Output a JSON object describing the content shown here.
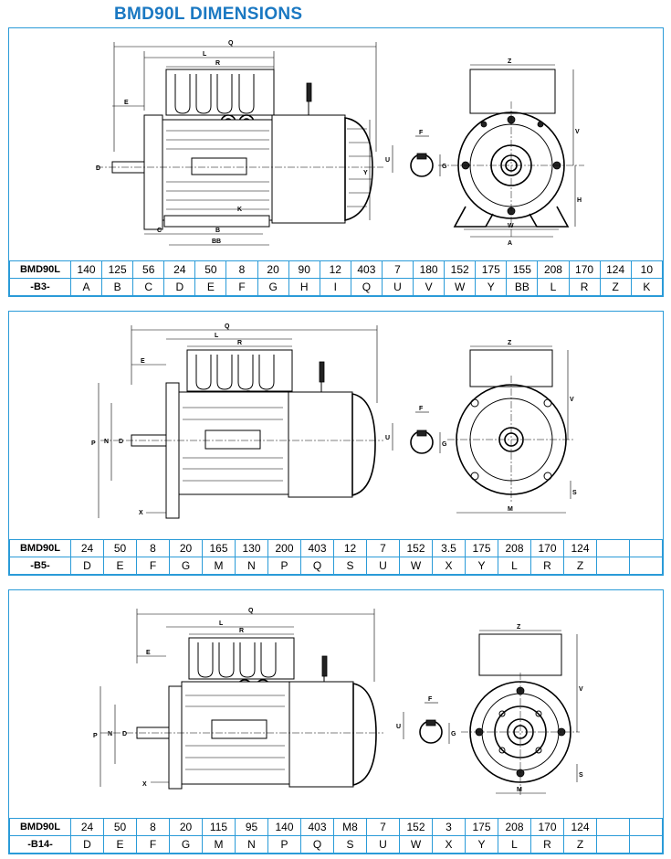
{
  "title": "BMD90L DIMENSIONS",
  "panels": [
    {
      "id": "b3",
      "label_top": "BMD90L",
      "label_bottom": "-B3-",
      "values": [
        "140",
        "125",
        "56",
        "24",
        "50",
        "8",
        "20",
        "90",
        "12",
        "403",
        "7",
        "180",
        "152",
        "175",
        "155",
        "208",
        "170",
        "124",
        "10"
      ],
      "letters": [
        "A",
        "B",
        "C",
        "D",
        "E",
        "F",
        "G",
        "H",
        "I",
        "Q",
        "U",
        "V",
        "W",
        "Y",
        "BB",
        "L",
        "R",
        "Z",
        "K"
      ],
      "diagram_labels": {
        "Q": "Q",
        "L": "L",
        "R": "R",
        "E": "E",
        "D": "D",
        "K": "K",
        "C": "C",
        "B": "B",
        "BB": "BB",
        "Y": "Y",
        "F": "F",
        "U": "U",
        "G": "G",
        "Z": "Z",
        "V": "V",
        "H": "H",
        "W": "W",
        "A": "A"
      }
    },
    {
      "id": "b5",
      "label_top": "BMD90L",
      "label_bottom": "-B5-",
      "values": [
        "24",
        "50",
        "8",
        "20",
        "165",
        "130",
        "200",
        "403",
        "12",
        "7",
        "152",
        "3.5",
        "175",
        "208",
        "170",
        "124",
        "",
        ""
      ],
      "letters": [
        "D",
        "E",
        "F",
        "G",
        "M",
        "N",
        "P",
        "Q",
        "S",
        "U",
        "W",
        "X",
        "Y",
        "L",
        "R",
        "Z",
        "",
        ""
      ],
      "diagram_labels": {
        "Q": "Q",
        "L": "L",
        "R": "R",
        "E": "E",
        "P": "P",
        "N": "N",
        "D": "D",
        "X": "X",
        "F": "F",
        "U": "U",
        "G": "G",
        "Z": "Z",
        "V": "V",
        "S": "S",
        "M": "M"
      }
    },
    {
      "id": "b14",
      "label_top": "BMD90L",
      "label_bottom": "-B14-",
      "values": [
        "24",
        "50",
        "8",
        "20",
        "115",
        "95",
        "140",
        "403",
        "M8",
        "7",
        "152",
        "3",
        "175",
        "208",
        "170",
        "124",
        "",
        ""
      ],
      "letters": [
        "D",
        "E",
        "F",
        "G",
        "M",
        "N",
        "P",
        "Q",
        "S",
        "U",
        "W",
        "X",
        "Y",
        "L",
        "R",
        "Z",
        "",
        ""
      ],
      "diagram_labels": {
        "Q": "Q",
        "L": "L",
        "R": "R",
        "E": "E",
        "P": "P",
        "N": "N",
        "D": "D",
        "X": "X",
        "F": "F",
        "U": "U",
        "G": "G",
        "Z": "Z",
        "V": "V",
        "S": "S",
        "M": "M"
      }
    }
  ]
}
